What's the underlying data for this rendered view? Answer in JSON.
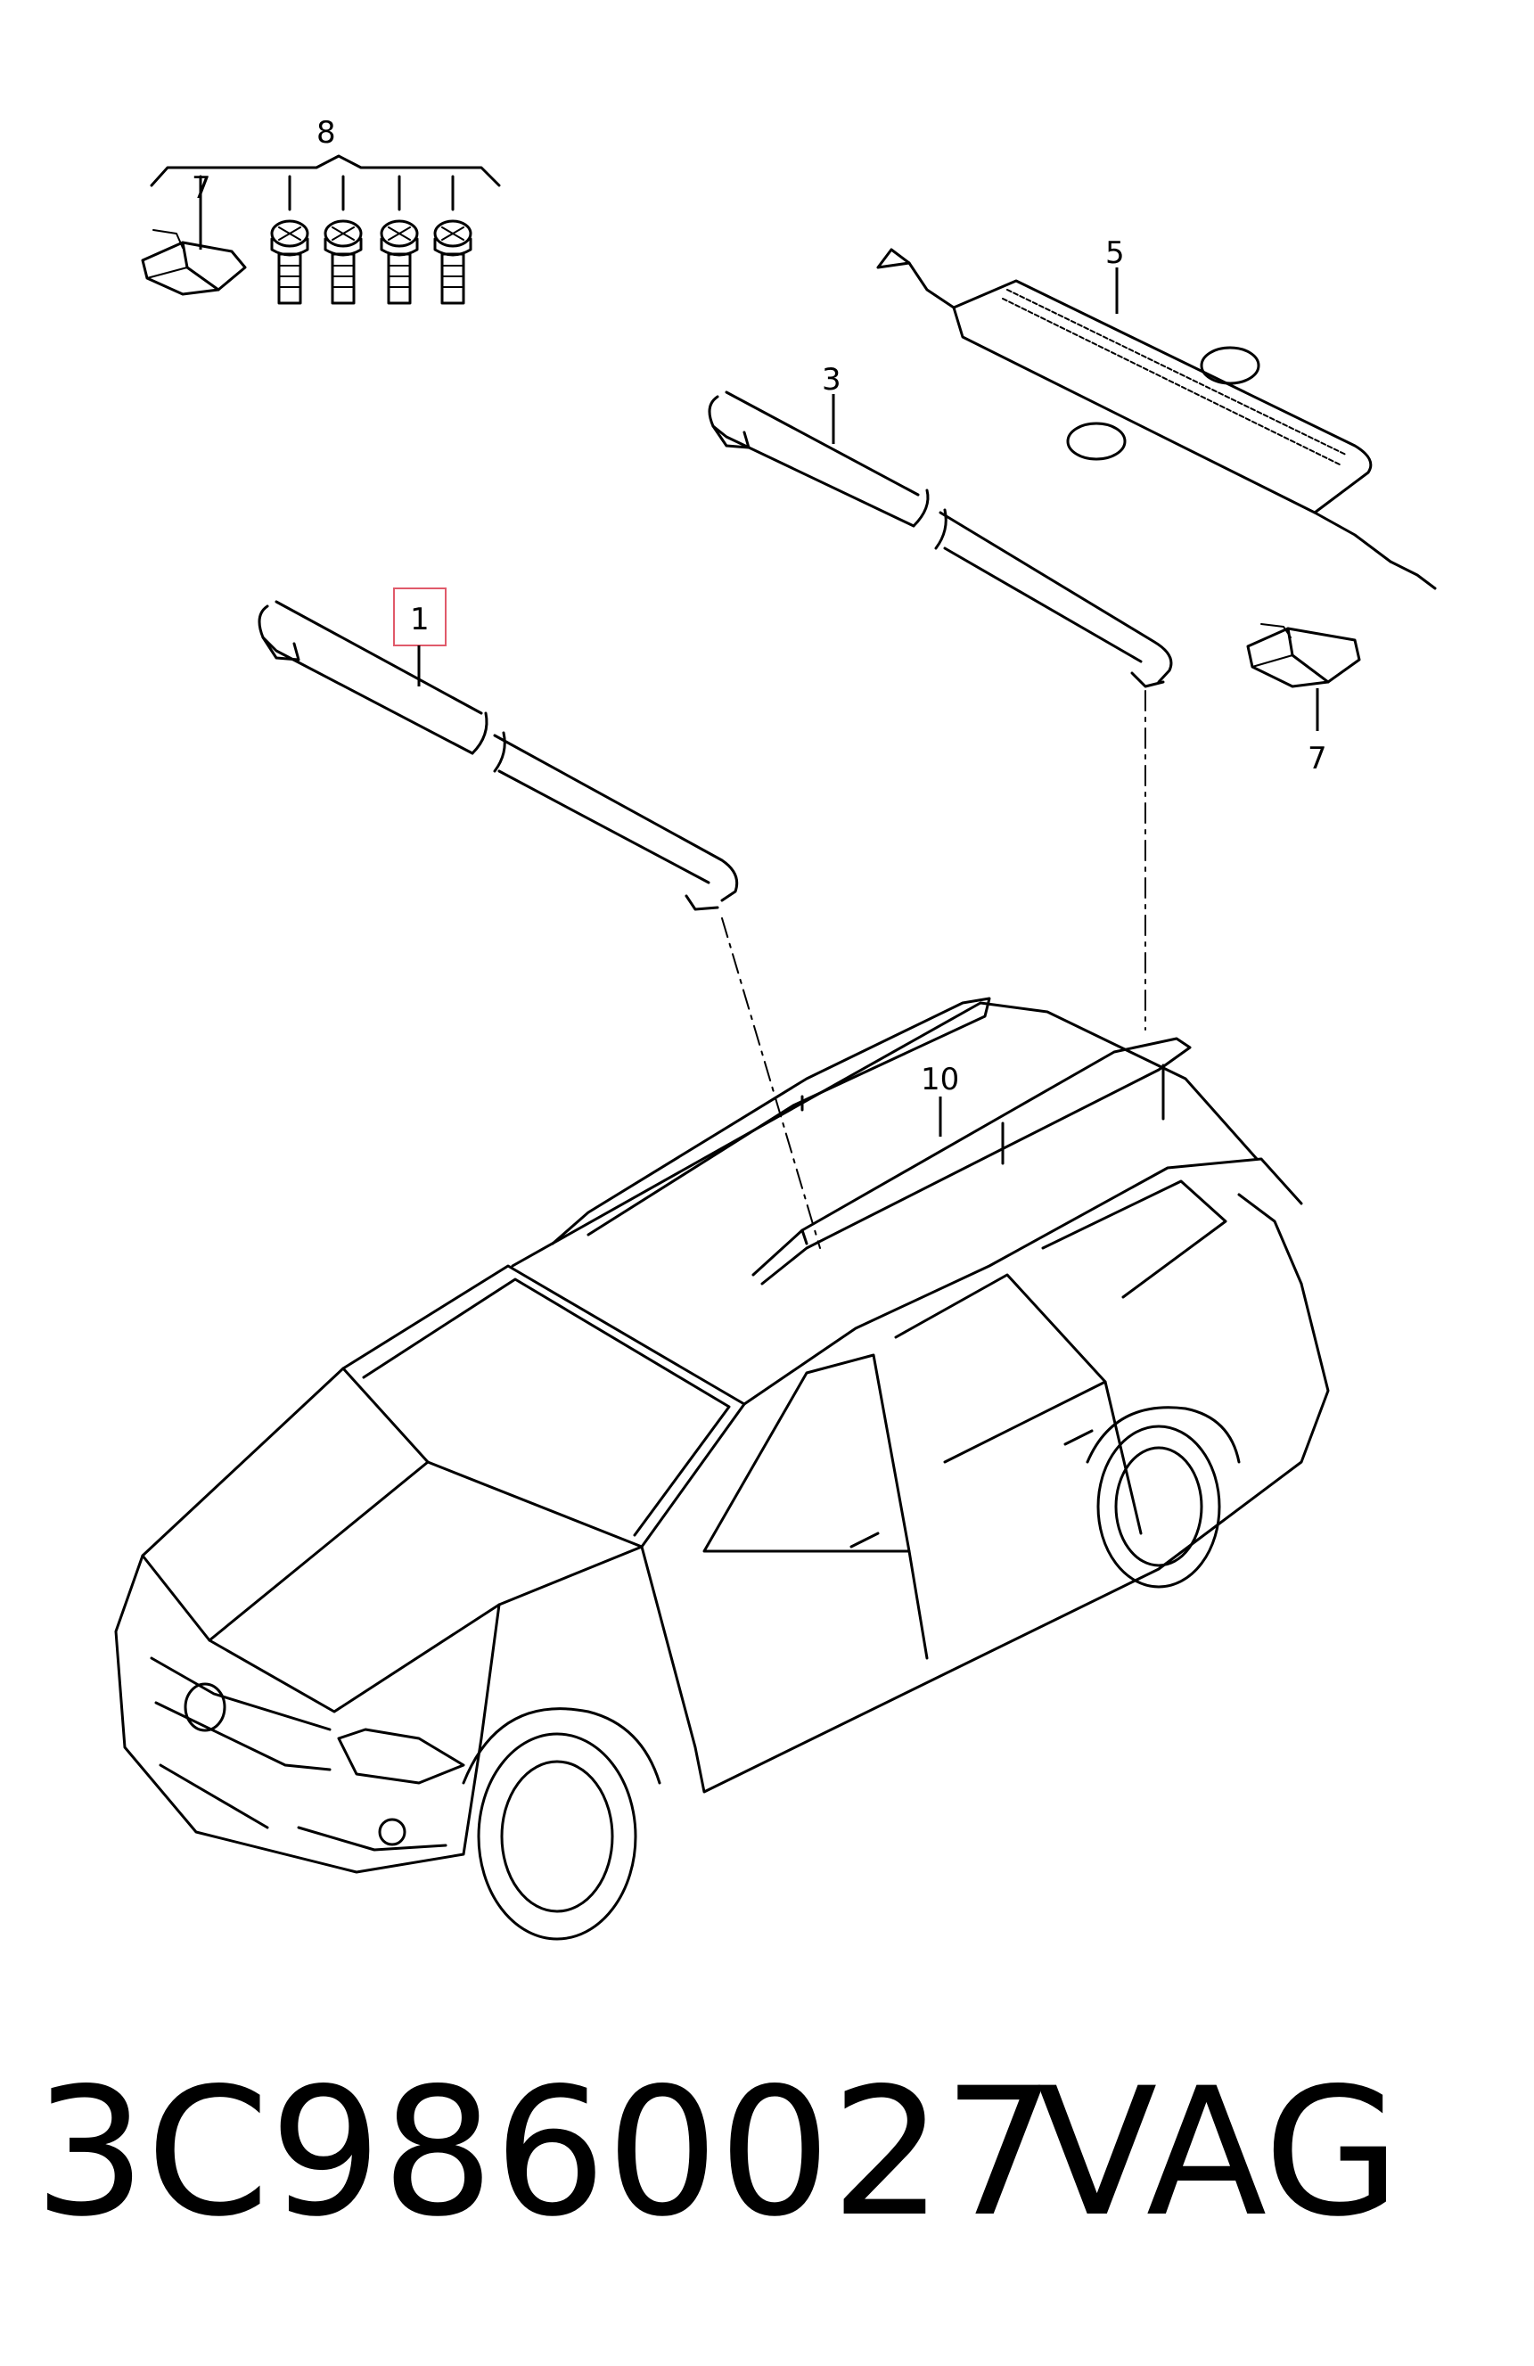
{
  "callouts": [
    {
      "id": "8",
      "label": "8"
    },
    {
      "id": "7a",
      "label": "7"
    },
    {
      "id": "5",
      "label": "5"
    },
    {
      "id": "3",
      "label": "3"
    },
    {
      "id": "1",
      "label": "1"
    },
    {
      "id": "7b",
      "label": "7"
    },
    {
      "id": "10",
      "label": "10"
    }
  ],
  "highlight_color": "#e05a6a",
  "part_number": "3C9860027",
  "brand": "VAG"
}
